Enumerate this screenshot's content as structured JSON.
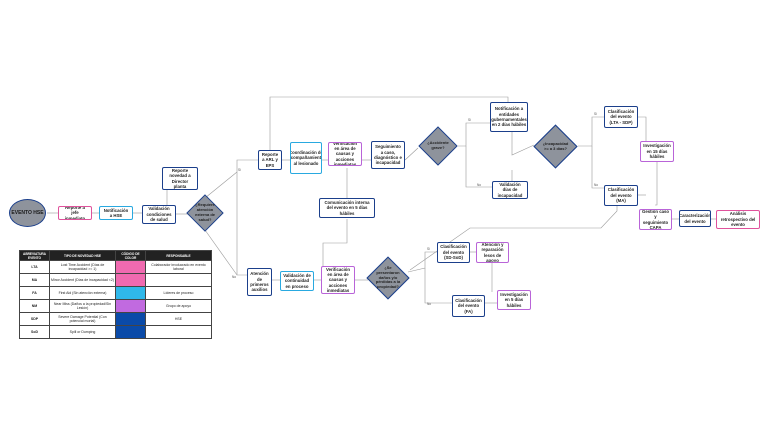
{
  "start": {
    "label": "EVENTO HSE"
  },
  "boxes": {
    "reporte_jefe": "Reporte a jefe inmediato",
    "notif_hse": "Notificación a HSE",
    "validacion_cond": "Validación condiciones de salud",
    "reporte_novedad": "Reporte novedad a Director planta",
    "reporte_arl": "Reporte a ARL y EPS",
    "coordinacion": "Coordinación de acompañamiento al lesionado",
    "verif_causas_top": "Verificación en área de causas y acciones inmediatas",
    "seguimiento": "Seguimiento a caso, diagnóstico e incapacidad",
    "comunicacion": "Comunicación interna del evento en 5 días hábiles",
    "notif_entidades": "Notificación a entidades gubernamentales en 2 días hábiles",
    "validacion_incap": "Validación días de incapacidad",
    "clasif_lti": "Clasificación del evento (LTA - SDP)",
    "investigacion_15": "Investigación en 15 días hábiles",
    "clasif_ma": "Clasificación del evento (MA)",
    "gestion_capa": "Gestión caso y seguimiento CAPA",
    "caracterizacion": "Caracterización del evento",
    "analisis": "Análisis retrospectivo del evento",
    "atencion_aux": "Atención de primeros auxilios",
    "validacion_cont": "Validación de continuidad en proceso",
    "verif_causas_bottom": "Verificación en área de causas y acciones inmediatas",
    "clasif_sd": "Clasificación del evento (SD-SoD)",
    "atencion_rep": "Atención y reparación lesos de apoyo",
    "clasif_fa": "Clasificación del evento (FA)",
    "investigacion_5": "Investigación en 5 días hábiles"
  },
  "decisions": {
    "atencion_externa": "¿Requiere atención externa de salud?",
    "accidente_grave": "¿Accidente grave?",
    "incapacidad": "¿Incapacidad >= a 3 días?",
    "danos": "¿Se presentaron daños y/o pérdidas a la propiedad?"
  },
  "branch_labels": {
    "yes": "Si",
    "no": "No"
  },
  "legend": {
    "headers": [
      "ABREVIATURA EVENTO",
      "TIPO DE NOVEDAD HSE",
      "CÓDIGO DE COLOR",
      "RESPONSABLE"
    ],
    "rows": [
      {
        "abbr": "LTA",
        "type": "Lost Time Accident (Días de incapacidad >= 1)",
        "color": "#f06ab0",
        "resp": "Colaborador involucrado en evento laboral"
      },
      {
        "abbr": "MA",
        "type": "Minor Accident (Días de incapacidad <2)",
        "color": "#f06ab0",
        "resp": ""
      },
      {
        "abbr": "FA",
        "type": "First Aid (Sin atención externa)",
        "color": "#2fb8ea",
        "resp": "Líderes de proceso"
      },
      {
        "abbr": "NM",
        "type": "Near Miss (Daños a la propiedad/Sin Lesión)",
        "color": "#c16ae0",
        "resp": "Grupo de apoyo"
      },
      {
        "abbr": "SDP",
        "type": "Severe Damage Potential (Con potencial mortal)",
        "color": "#0a4aa8",
        "resp": "HSE"
      },
      {
        "abbr": "SoD",
        "type": "Spill or Dumping",
        "color": "#0a4aa8",
        "resp": ""
      }
    ]
  }
}
